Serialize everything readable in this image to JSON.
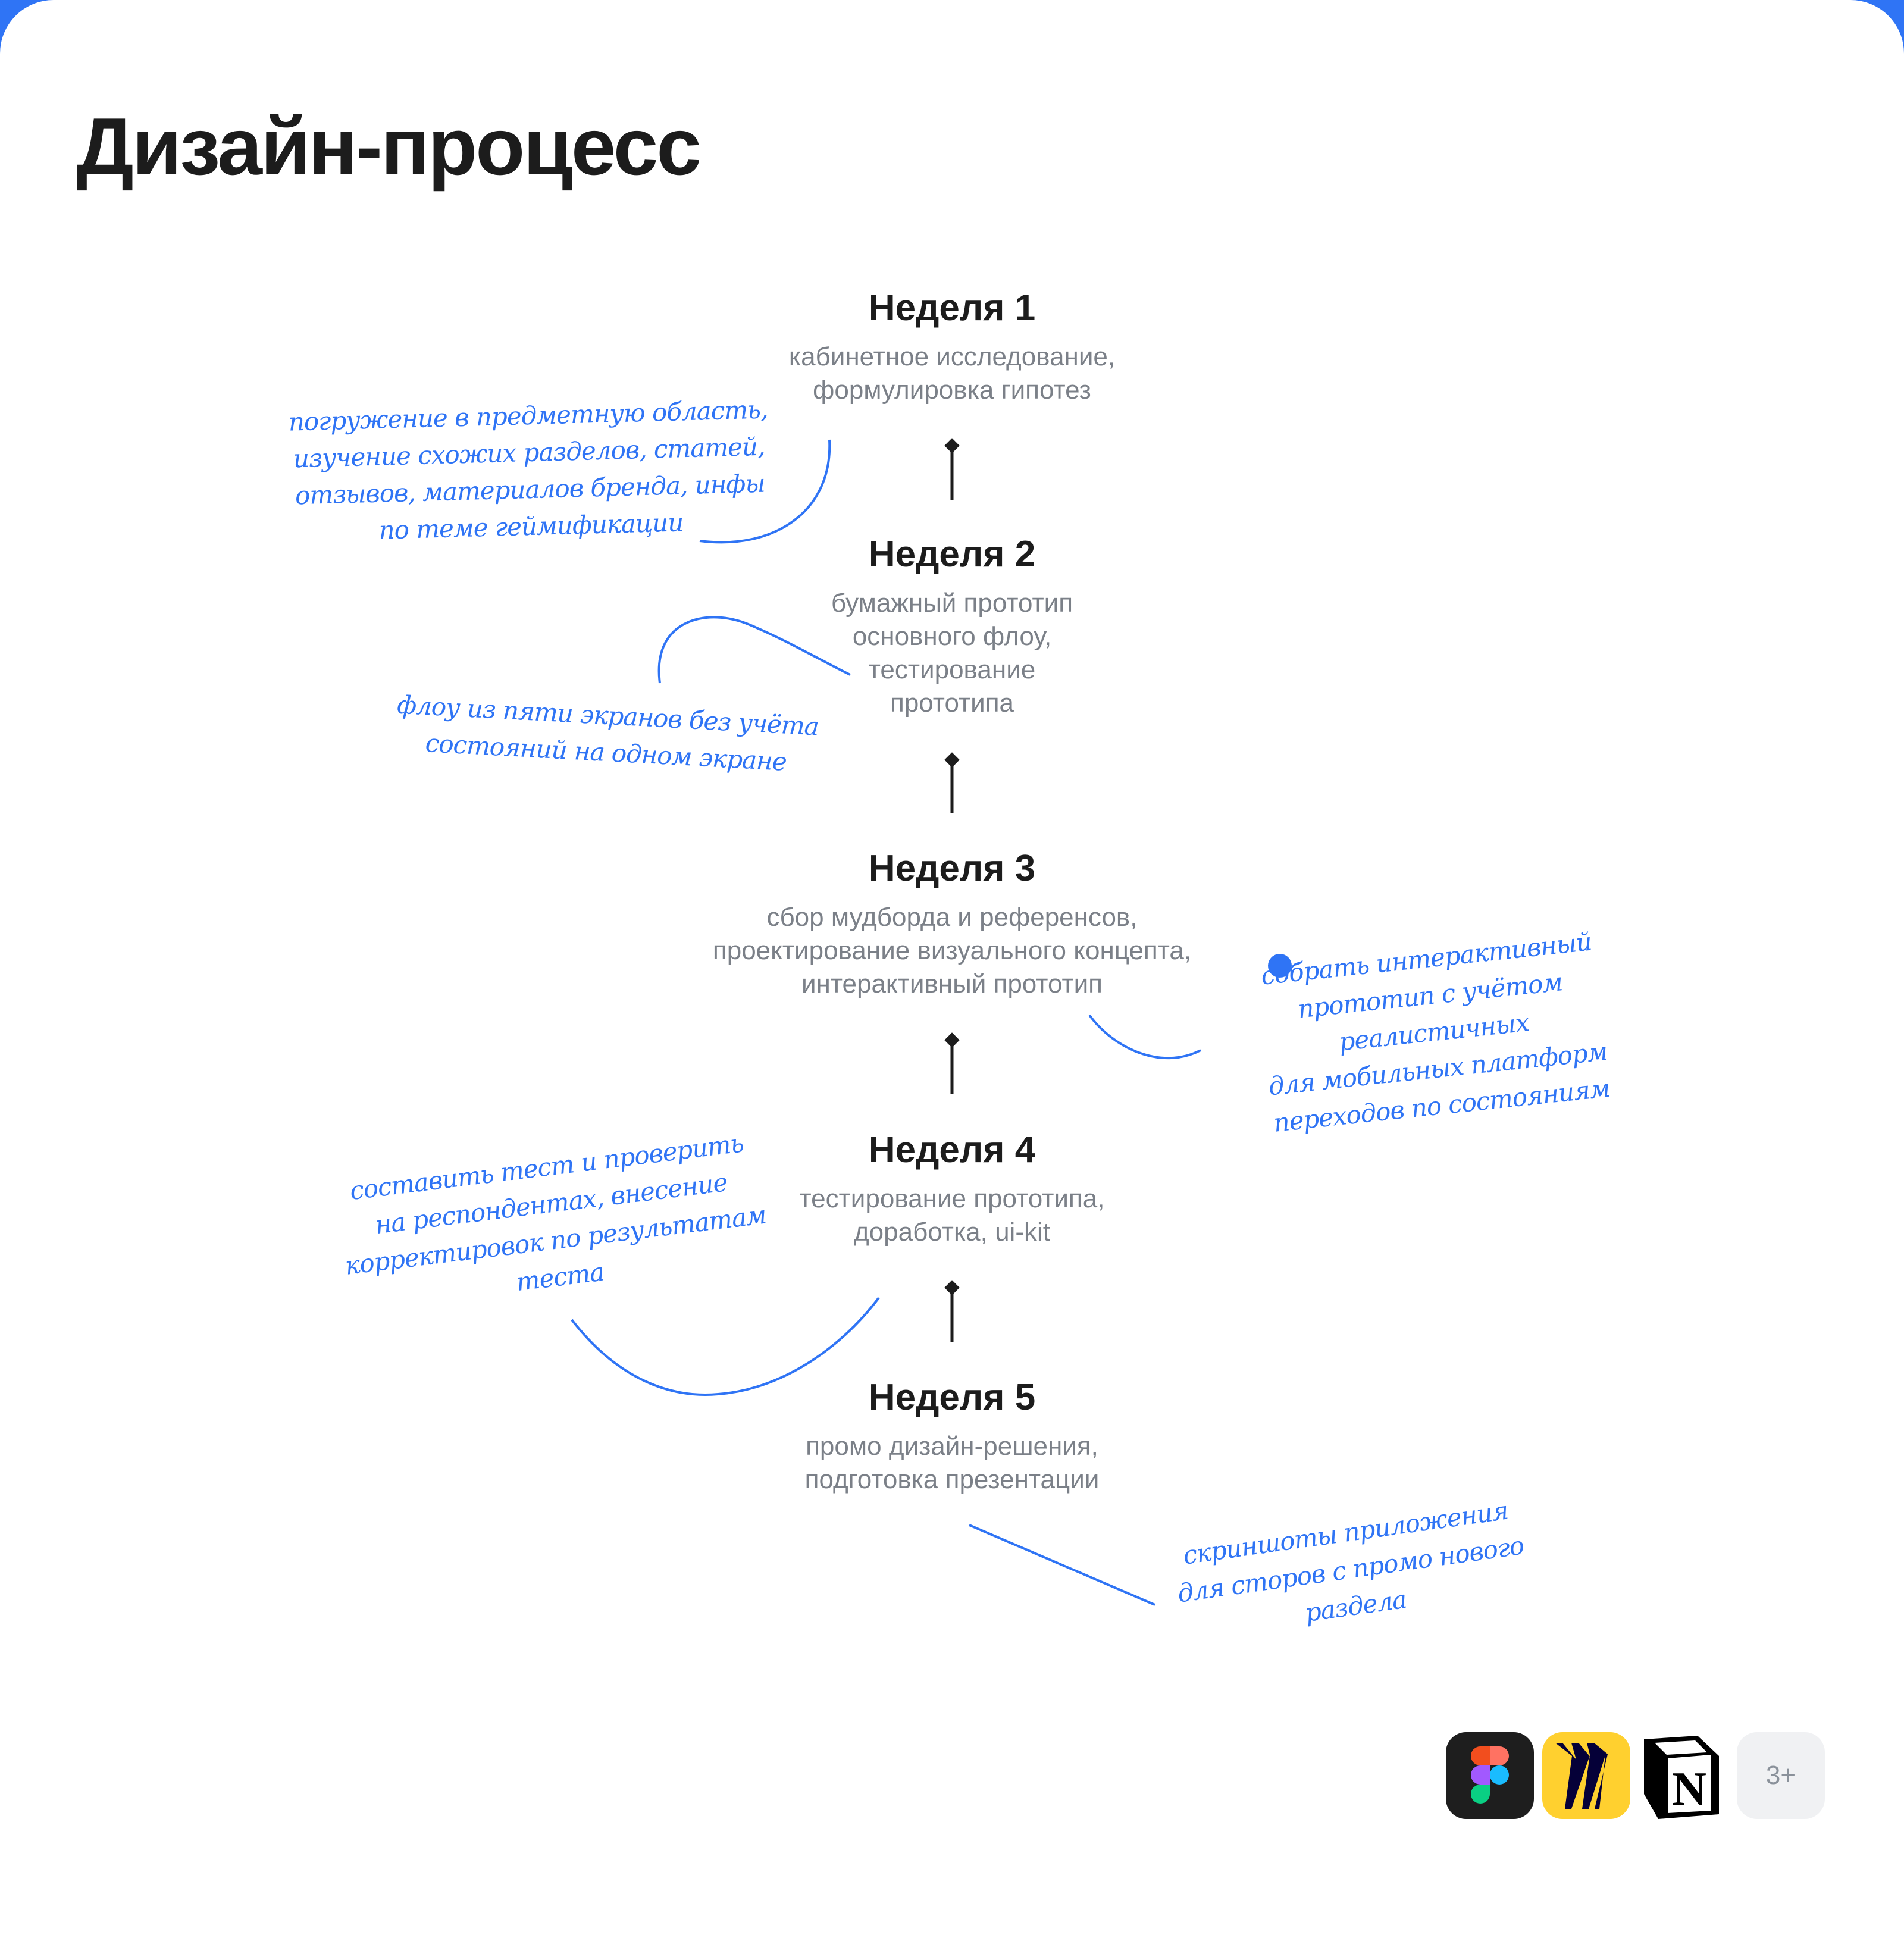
{
  "title": "Дизайн-процесс",
  "weeks": [
    {
      "label": "Неделя 1",
      "desc": "кабинетное исследование,\nформулировка гипотез"
    },
    {
      "label": "Неделя 2",
      "desc": "бумажный прототип\nосновного флоу,\nтестирование\nпрототипа"
    },
    {
      "label": "Неделя 3",
      "desc": "сбор мудборда и референсов,\nпроектирование визуального концепта,\nинтерактивный прототип"
    },
    {
      "label": "Неделя 4",
      "desc": "тестирование прототипа,\nдоработка, ui-kit"
    },
    {
      "label": "Неделя 5",
      "desc": "промо дизайн-решения,\nподготовка презентации"
    }
  ],
  "notes": [
    "погружение в предметную область,\nизучение схожих разделов, статей,\nотзывов, материалов бренда, инфы\nпо теме геймификации",
    "флоу из пяти экранов без учёта\nсостояний на одном экране",
    "собрать интерактивный\nпрототип с учётом реалистичных\nдля мобильных платформ\nпереходов по состояниям",
    "составить тест и проверить\nна респондентах, внесение\nкорректировок по результатам\nтеста",
    "скриншоты приложения\nдля сторов с промо нового\nраздела"
  ],
  "tools": {
    "icons": [
      "figma-icon",
      "miro-icon",
      "notion-icon"
    ],
    "more_label": "3+"
  },
  "colors": {
    "accent": "#2f74f5",
    "text": "#1c1c1c",
    "muted": "#7b8088"
  }
}
